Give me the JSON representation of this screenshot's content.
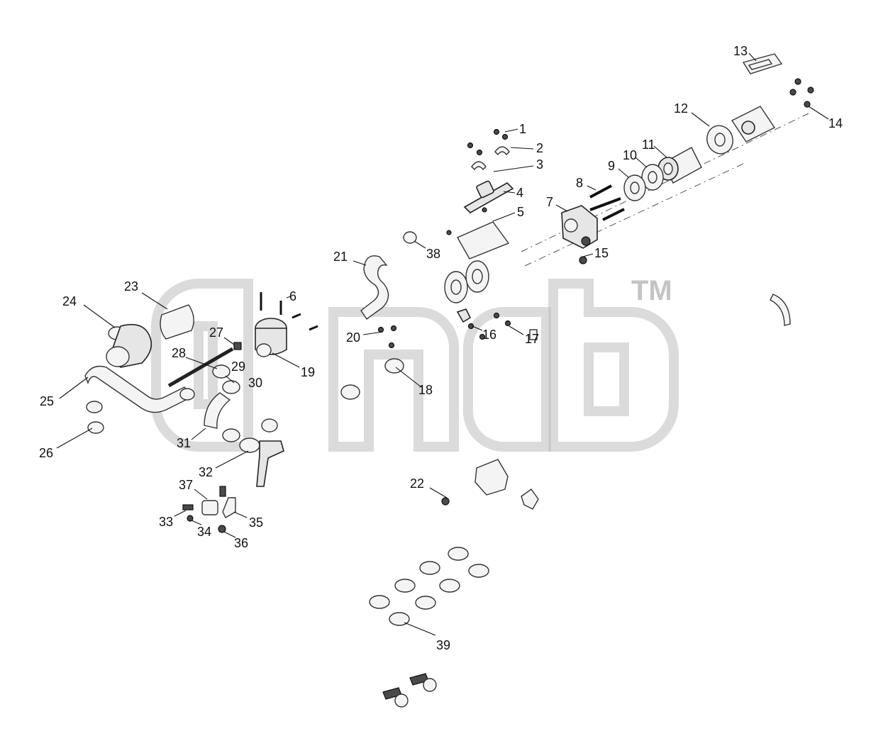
{
  "watermark": {
    "trademark": "TM"
  },
  "callouts": [
    "1",
    "2",
    "3",
    "4",
    "5",
    "6",
    "7",
    "8",
    "9",
    "10",
    "11",
    "12",
    "13",
    "14",
    "15",
    "16",
    "17",
    "18",
    "19",
    "20",
    "21",
    "22",
    "23",
    "24",
    "25",
    "26",
    "27",
    "28",
    "29",
    "30",
    "31",
    "32",
    "33",
    "34",
    "35",
    "36",
    "37",
    "38",
    "39"
  ]
}
